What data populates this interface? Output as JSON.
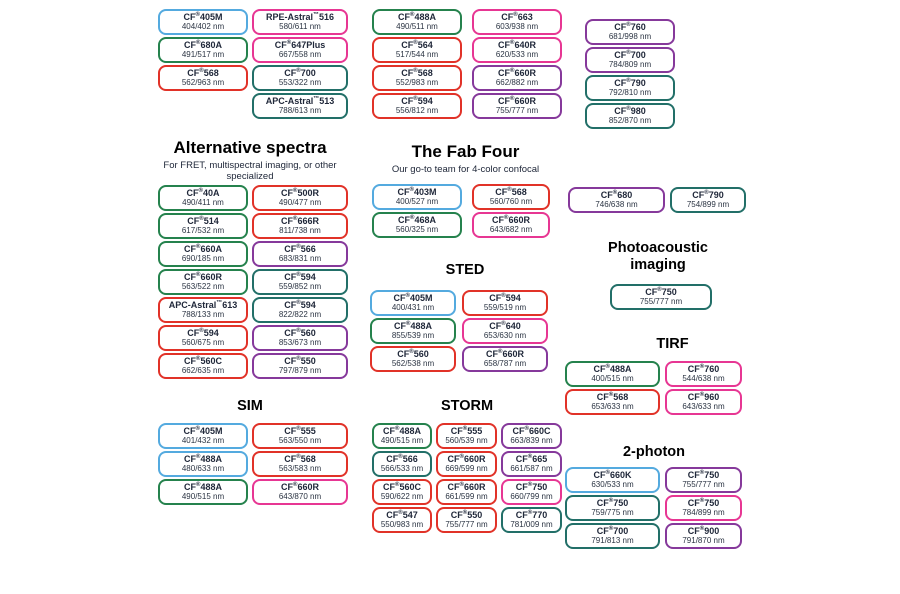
{
  "colors": {
    "blue": "#54aadf",
    "green": "#25824d",
    "teal": "#226f68",
    "red": "#e13228",
    "pink": "#e73693",
    "purple": "#86399b"
  },
  "sections": {
    "alt": {
      "title": "Alternative spectra",
      "subtitle": "For FRET, multispectral imaging, or other specialized"
    },
    "fab": {
      "title": "The Fab Four",
      "subtitle": "Our go-to team for 4-color confocal"
    },
    "sted": {
      "title": "STED"
    },
    "sim": {
      "title": "SIM"
    },
    "storm": {
      "title": "STORM"
    },
    "pa": {
      "title_line1": "Photoacoustic",
      "title_line2": "imaging"
    },
    "tirf": {
      "title": "TIRF"
    },
    "twophoton": {
      "title": "2-photon"
    }
  },
  "columns": {
    "top_a": [
      {
        "name": "CF®405M",
        "nm": "404/402 nm",
        "color": "blue"
      },
      {
        "name": "CF®680A",
        "nm": "491/517 nm",
        "color": "green"
      },
      {
        "name": "CF®568",
        "nm": "562/963 nm",
        "color": "red"
      }
    ],
    "top_b": [
      {
        "name": "RPE-Astral™516",
        "nm": "580/611 nm",
        "color": "pink"
      },
      {
        "name": "CF®647Plus",
        "nm": "667/558 nm",
        "color": "pink"
      },
      {
        "name": "CF®700",
        "nm": "553/322 nm",
        "color": "teal"
      },
      {
        "name": "APC-Astral™513",
        "nm": "788/613 nm",
        "color": "teal"
      }
    ],
    "top_c": [
      {
        "name": "CF®488A",
        "nm": "490/511 nm",
        "color": "green"
      },
      {
        "name": "CF®564",
        "nm": "517/544 nm",
        "color": "red"
      },
      {
        "name": "CF®568",
        "nm": "552/983 nm",
        "color": "red"
      },
      {
        "name": "CF®594",
        "nm": "556/812 nm",
        "color": "red"
      }
    ],
    "top_d": [
      {
        "name": "CF®663",
        "nm": "603/938 nm",
        "color": "pink"
      },
      {
        "name": "CF®640R",
        "nm": "620/533 nm",
        "color": "pink"
      },
      {
        "name": "CF®660R",
        "nm": "662/882 nm",
        "color": "purple"
      },
      {
        "name": "CF®660R",
        "nm": "755/777 nm",
        "color": "purple"
      }
    ],
    "top_e": [
      {
        "name": "CF®760",
        "nm": "681/998 nm",
        "color": "purple"
      },
      {
        "name": "CF®700",
        "nm": "784/809 nm",
        "color": "purple"
      },
      {
        "name": "CF®790",
        "nm": "792/810 nm",
        "color": "teal"
      },
      {
        "name": "CF®980",
        "nm": "852/870 nm",
        "color": "teal"
      }
    ],
    "alt_left": [
      {
        "name": "CF®40A",
        "nm": "490/411 nm",
        "color": "green"
      },
      {
        "name": "CF®514",
        "nm": "617/532 nm",
        "color": "green"
      },
      {
        "name": "CF®660A",
        "nm": "690/185 nm",
        "color": "green"
      },
      {
        "name": "CF®660R",
        "nm": "563/522 nm",
        "color": "green"
      },
      {
        "name": "APC-Astral™613",
        "nm": "788/133 nm",
        "color": "red"
      },
      {
        "name": "CF®594",
        "nm": "560/675 nm",
        "color": "red"
      },
      {
        "name": "CF®560C",
        "nm": "662/635 nm",
        "color": "red"
      }
    ],
    "alt_right": [
      {
        "name": "CF®500R",
        "nm": "490/477 nm",
        "color": "red"
      },
      {
        "name": "CF®666R",
        "nm": "811/738 nm",
        "color": "red"
      },
      {
        "name": "CF®566",
        "nm": "683/831 nm",
        "color": "purple"
      },
      {
        "name": "CF®594",
        "nm": "559/852 nm",
        "color": "teal"
      },
      {
        "name": "CF®594",
        "nm": "822/822 nm",
        "color": "teal"
      },
      {
        "name": "CF®560",
        "nm": "853/673 nm",
        "color": "purple"
      },
      {
        "name": "CF®550",
        "nm": "797/879 nm",
        "color": "purple"
      }
    ],
    "fab_left": [
      {
        "name": "CF®403M",
        "nm": "400/527 nm",
        "color": "blue"
      },
      {
        "name": "CF®468A",
        "nm": "560/325 nm",
        "color": "green"
      }
    ],
    "fab_right": [
      {
        "name": "CF®568",
        "nm": "560/760 nm",
        "color": "red"
      },
      {
        "name": "CF®660R",
        "nm": "643/682 nm",
        "color": "pink"
      }
    ],
    "sted_left": [
      {
        "name": "CF®405M",
        "nm": "400/431 nm",
        "color": "blue"
      },
      {
        "name": "CF®488A",
        "nm": "855/539 nm",
        "color": "green"
      },
      {
        "name": "CF®560",
        "nm": "562/538 nm",
        "color": "red"
      }
    ],
    "sted_right": [
      {
        "name": "CF®594",
        "nm": "559/519 nm",
        "color": "red"
      },
      {
        "name": "CF®640",
        "nm": "653/630 nm",
        "color": "pink"
      },
      {
        "name": "CF®660R",
        "nm": "658/787 nm",
        "color": "purple"
      }
    ],
    "pair_680": [
      {
        "name": "CF®680",
        "nm": "746/638 nm",
        "color": "purple"
      }
    ],
    "pair_790": [
      {
        "name": "CF®790",
        "nm": "754/899 nm",
        "color": "teal"
      }
    ],
    "pa_box": [
      {
        "name": "CF®750",
        "nm": "755/777 nm",
        "color": "teal"
      }
    ],
    "tirf_left": [
      {
        "name": "CF®488A",
        "nm": "400/515 nm",
        "color": "green"
      },
      {
        "name": "CF®568",
        "nm": "653/633 nm",
        "color": "red"
      }
    ],
    "tirf_right": [
      {
        "name": "CF®760",
        "nm": "544/638 nm",
        "color": "pink"
      },
      {
        "name": "CF®960",
        "nm": "643/633 nm",
        "color": "pink"
      }
    ],
    "sim_left": [
      {
        "name": "CF®405M",
        "nm": "401/432 nm",
        "color": "blue"
      },
      {
        "name": "CF®488A",
        "nm": "480/633 nm",
        "color": "blue"
      },
      {
        "name": "CF®488A",
        "nm": "490/515 nm",
        "color": "green"
      }
    ],
    "sim_right": [
      {
        "name": "CF®555",
        "nm": "563/550 nm",
        "color": "red"
      },
      {
        "name": "CF®568",
        "nm": "563/583 nm",
        "color": "red"
      },
      {
        "name": "CF®660R",
        "nm": "643/870 nm",
        "color": "pink"
      }
    ],
    "storm_c1": [
      {
        "name": "CF®488A",
        "nm": "490/515 nm",
        "color": "green"
      },
      {
        "name": "CF®566",
        "nm": "566/533 nm",
        "color": "teal"
      },
      {
        "name": "CF®560C",
        "nm": "590/622 nm",
        "color": "red"
      },
      {
        "name": "CF®547",
        "nm": "550/983 nm",
        "color": "red"
      }
    ],
    "storm_c2": [
      {
        "name": "CF®555",
        "nm": "560/539 nm",
        "color": "red"
      },
      {
        "name": "CF®660R",
        "nm": "669/599 nm",
        "color": "red"
      },
      {
        "name": "CF®660R",
        "nm": "661/599 nm",
        "color": "red"
      },
      {
        "name": "CF®550",
        "nm": "755/777 nm",
        "color": "red"
      }
    ],
    "storm_c3": [
      {
        "name": "CF®660C",
        "nm": "663/839 nm",
        "color": "purple"
      },
      {
        "name": "CF®665",
        "nm": "661/587 nm",
        "color": "purple"
      },
      {
        "name": "CF®750",
        "nm": "660/799 nm",
        "color": "pink"
      },
      {
        "name": "CF®770",
        "nm": "781/009 nm",
        "color": "teal"
      }
    ],
    "tp_left": [
      {
        "name": "CF®660K",
        "nm": "630/533 nm",
        "color": "blue"
      },
      {
        "name": "CF®750",
        "nm": "759/775 nm",
        "color": "teal"
      },
      {
        "name": "CF®700",
        "nm": "791/813 nm",
        "color": "teal"
      }
    ],
    "tp_right": [
      {
        "name": "CF®750",
        "nm": "755/777 nm",
        "color": "purple"
      },
      {
        "name": "CF®750",
        "nm": "784/899 nm",
        "color": "pink"
      },
      {
        "name": "CF®900",
        "nm": "791/870 nm",
        "color": "purple"
      }
    ]
  }
}
